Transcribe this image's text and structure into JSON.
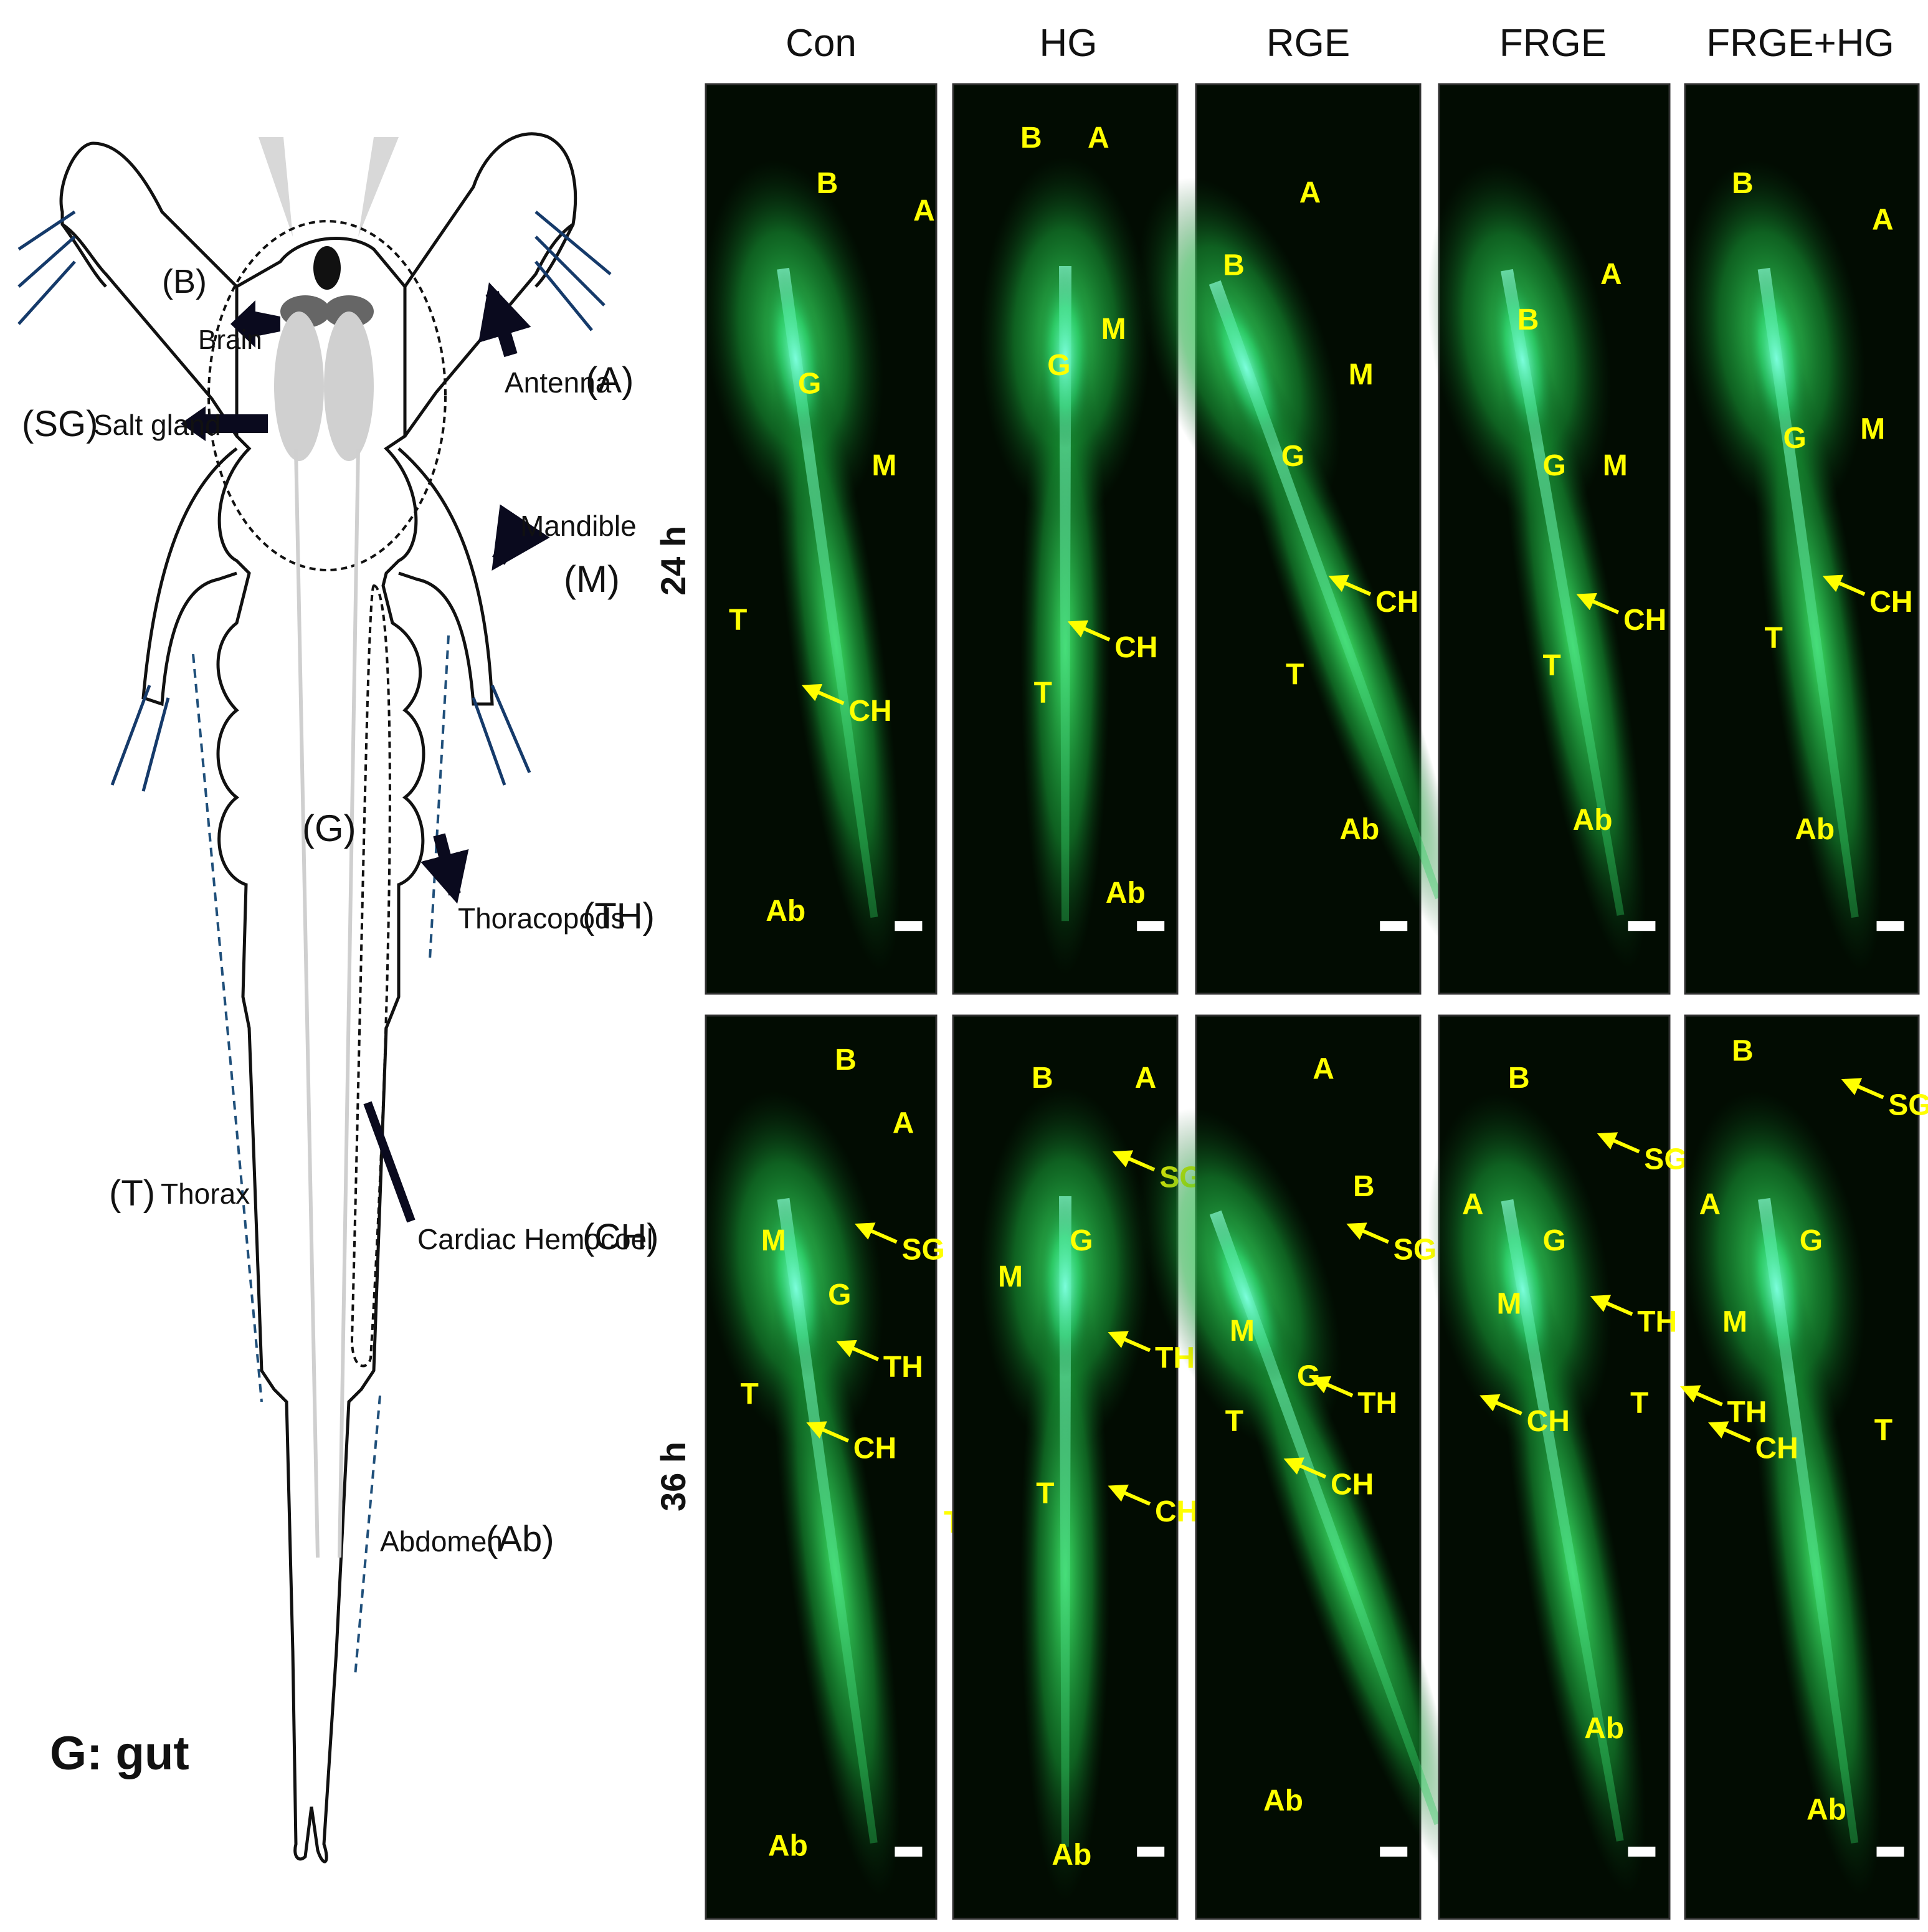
{
  "diagram": {
    "labels": {
      "brain_code": "(B)",
      "brain": "Brain",
      "salt_gland_code": "(SG)",
      "salt_gland": "Salt gland",
      "antenna": "Antenna",
      "antenna_code": "(A)",
      "mandible": "Mandible",
      "mandible_code": "(M)",
      "gut_code": "(G)",
      "thoracopods": "Thoracopods",
      "thoracopods_code": "(TH)",
      "thorax_code": "(T)",
      "thorax": "Thorax",
      "cardiac": "Cardiac Hemocoel",
      "cardiac_code": "(CH)",
      "abdomen": "Abdomen",
      "abdomen_code": "(Ab)",
      "legend": "G: gut"
    }
  },
  "columns": [
    "Con",
    "HG",
    "RGE",
    "FRGE",
    "FRGE+HG"
  ],
  "rows": [
    "24 h",
    "36 h"
  ],
  "panels_24h": [
    {
      "B": "B",
      "A": "A",
      "G": "G",
      "M": "M",
      "T": "T",
      "CH": "CH",
      "Ab": "Ab"
    },
    {
      "B": "B",
      "A": "A",
      "M": "M",
      "G": "G",
      "CH": "CH",
      "T": "T",
      "Ab": "Ab"
    },
    {
      "A": "A",
      "B": "B",
      "M": "M",
      "G": "G",
      "CH": "CH",
      "T": "T",
      "Ab": "Ab"
    },
    {
      "A": "A",
      "B": "B",
      "G": "G",
      "M": "M",
      "CH": "CH",
      "T": "T",
      "Ab": "Ab"
    },
    {
      "B": "B",
      "A": "A",
      "G": "G",
      "M": "M",
      "CH": "CH",
      "T": "T",
      "Ab": "Ab"
    }
  ],
  "panels_36h": [
    {
      "B": "B",
      "A": "A",
      "M": "M",
      "SG": "SG",
      "G": "G",
      "TH": "TH",
      "T": "T",
      "CH": "CH",
      "Ab": "Ab"
    },
    {
      "B": "B",
      "A": "A",
      "SG": "SG",
      "G": "G",
      "M": "M",
      "TH": "TH",
      "T": "T",
      "CH": "CH",
      "Ab": "Ab"
    },
    {
      "A": "A",
      "B": "B",
      "SG": "SG",
      "M": "M",
      "G": "G",
      "TH": "TH",
      "T": "T",
      "CH": "CH",
      "Ab": "Ab"
    },
    {
      "B": "B",
      "SG": "SG",
      "A": "A",
      "G": "G",
      "M": "M",
      "TH": "TH",
      "CH": "CH",
      "T": "T",
      "Ab": "Ab"
    },
    {
      "B": "B",
      "SG": "SG",
      "A": "A",
      "G": "G",
      "M": "M",
      "TH": "TH",
      "CH": "CH",
      "T": "T",
      "Ab": "Ab"
    }
  ],
  "stray_label": "T",
  "colors": {
    "label": "#ffff00",
    "fluor": "#22dd55",
    "bright": "#55ffcc",
    "panel_bg": "#020c02"
  }
}
